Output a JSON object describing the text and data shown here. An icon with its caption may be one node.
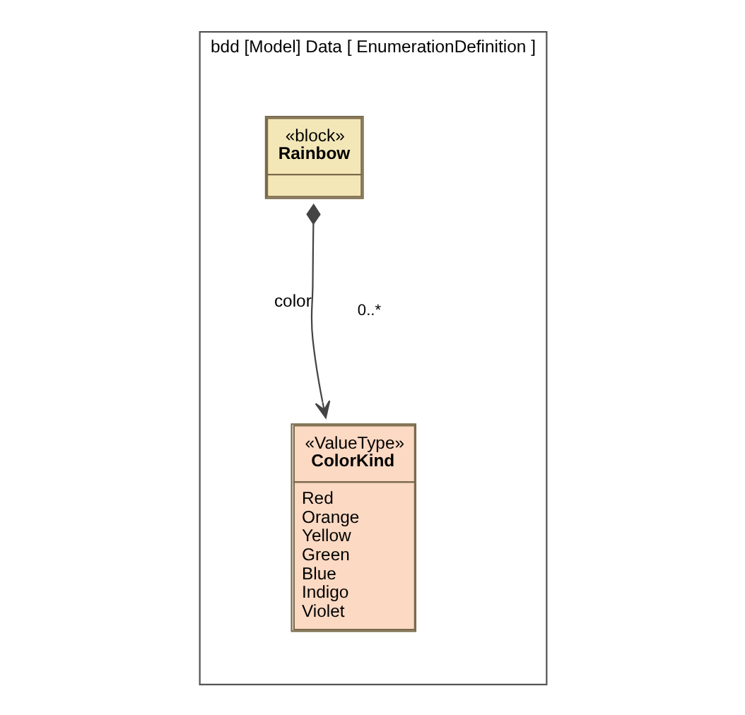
{
  "diagram": {
    "nodes": [
      {
        "text": [
          "bdd [Model] Data [ EnumerationDefinition ]"
        ]
      },
      {
        "text": [
          "«block»",
          "Rainbow"
        ],
        "in": 0
      },
      {
        "text": [
          "«ValueType»",
          "ColorKind",
          "Red",
          "Orange",
          "Yellow",
          "Green",
          "Blue",
          "Indigo",
          "Violet"
        ],
        "in": 0
      }
    ],
    "edges": [
      {
        "from": 1,
        "to": 2,
        "arrow": "to",
        "label": "color"
      }
    ],
    "labels": [
      "0..*"
    ]
  }
}
